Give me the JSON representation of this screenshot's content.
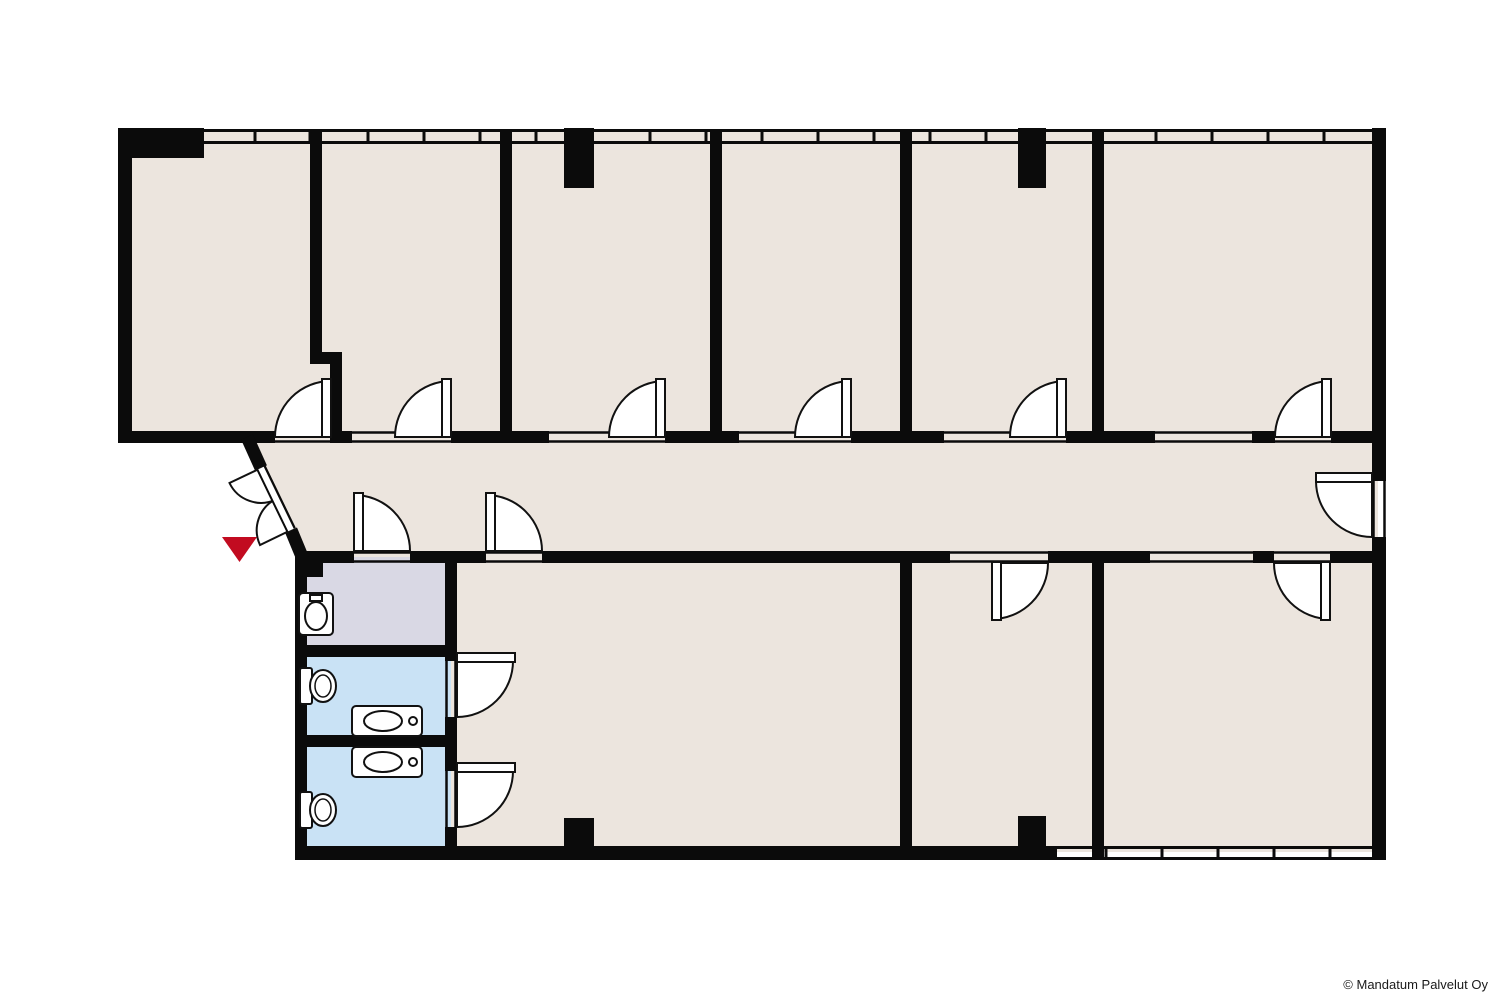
{
  "meta": {
    "copyright": "© Mandatum Palvelut Oy"
  },
  "colors": {
    "background": "#ffffff",
    "wall": "#0b0b0b",
    "room_fill": "#ece5de",
    "lobby_fill": "#d9d8e4",
    "wc_fill": "#c9e2f5",
    "fixture_fill": "#ffffff",
    "line": "#111111",
    "entrance_marker": "#c20b20"
  },
  "plan": {
    "kind": "office floor plan",
    "rooms": {
      "offices_top_row": 6,
      "offices_bottom_row": 3,
      "corridor": 1,
      "washroom_lobby": 1,
      "wc_stalls": 2
    },
    "fixtures": {
      "toilets": 2,
      "sinks": 3,
      "door_swings": 14
    },
    "entrance": {
      "marker": "red-triangle-arrow",
      "location": "left-end-of-corridor"
    }
  }
}
